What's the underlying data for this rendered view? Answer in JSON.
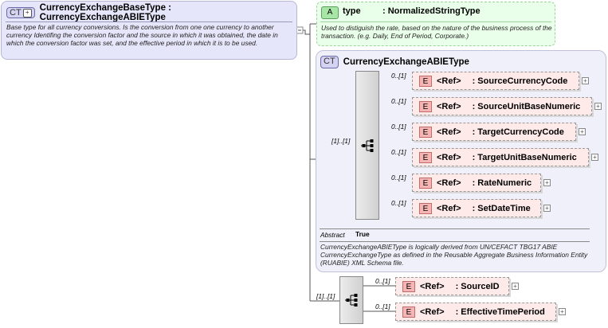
{
  "main_type": {
    "badge": "CT",
    "title": "CurrencyExchangeBaseType : CurrencyExchangeABIEType",
    "documentation": "Base type for all currency conversions.  Is the conversion from one one currency to another currency Identifing the conversion factor and the source in which it was obtained, the date in which the conversion factor was set, and the effective period in which it is to be used."
  },
  "attribute": {
    "badge": "A",
    "name": "type",
    "type": ": NormalizedStringType",
    "documentation": "Used to distiguish the rate, based on the nature of the business process of the transaction. (e.g. Daily, End of Period, Corporate.)"
  },
  "base_type": {
    "badge": "CT",
    "title": "CurrencyExchangeABIEType",
    "sequence_cardinality": "[1]..[1]",
    "abstract_label": "Abstract",
    "abstract_value": "True",
    "documentation": "CurrencyExchangeABIEType is logically derived from UN/CEFACT TBG17 ABIE CurrencyExchangeType as defined in the Reusable Aggregate Business Information Entity (RUABIE) XML Schema file.",
    "elements": [
      {
        "cardinality": "0..[1]",
        "badge": "E",
        "ref": "<Ref>",
        "name": ": SourceCurrencyCode"
      },
      {
        "cardinality": "0..[1]",
        "badge": "E",
        "ref": "<Ref>",
        "name": ": SourceUnitBaseNumeric"
      },
      {
        "cardinality": "0..[1]",
        "badge": "E",
        "ref": "<Ref>",
        "name": ": TargetCurrencyCode"
      },
      {
        "cardinality": "0..[1]",
        "badge": "E",
        "ref": "<Ref>",
        "name": ": TargetUnitBaseNumeric"
      },
      {
        "cardinality": "0..[1]",
        "badge": "E",
        "ref": "<Ref>",
        "name": ": RateNumeric"
      },
      {
        "cardinality": "0..[1]",
        "badge": "E",
        "ref": "<Ref>",
        "name": ": SetDateTime"
      }
    ]
  },
  "extension": {
    "sequence_cardinality": "[1]..[1]",
    "elements": [
      {
        "cardinality": "0..[1]",
        "badge": "E",
        "ref": "<Ref>",
        "name": ": SourceID"
      },
      {
        "cardinality": "0..[1]",
        "badge": "E",
        "ref": "<Ref>",
        "name": ": EffectiveTimePeriod"
      }
    ]
  },
  "expander_glyph": "+",
  "colors": {
    "complex_type_bg": "#e6e6fa",
    "attribute_bg": "#eaffea",
    "element_bg": "#ffeaea",
    "element_badge": "#f5b5b5"
  }
}
